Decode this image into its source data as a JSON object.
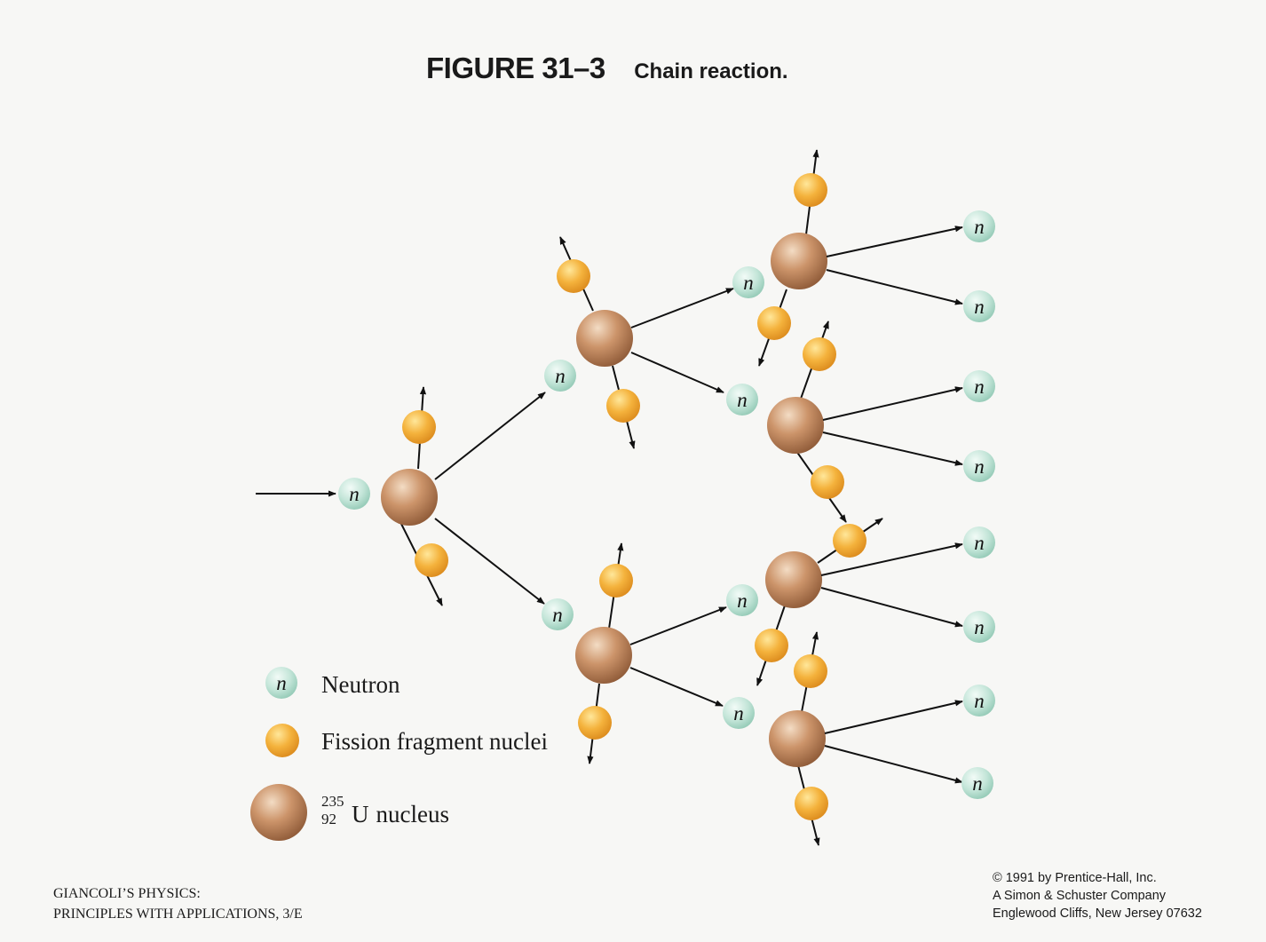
{
  "figure": {
    "number": "FIGURE 31–3",
    "caption": "Chain reaction."
  },
  "neutron_symbol": "n",
  "legend": {
    "neutron": "Neutron",
    "fragment": "Fission fragment nuclei",
    "uranium_mass": "235",
    "uranium_atomic": "92",
    "uranium_symbol": "U",
    "uranium_text": "nucleus"
  },
  "footer": {
    "book_line1": "GIANCOLI’S PHYSICS:",
    "book_line2": "PRINCIPLES WITH APPLICATIONS, 3/E",
    "copyright_line1": "©  1991 by Prentice-Hall, Inc.",
    "copyright_line2": "A Simon & Schuster Company",
    "copyright_line3": "Englewood Cliffs, New Jersey 07632"
  },
  "colors": {
    "neutron": "#bfe3d6",
    "fragment": "#f2a72e",
    "uranium": "#c4885a",
    "arrow": "#111111"
  }
}
